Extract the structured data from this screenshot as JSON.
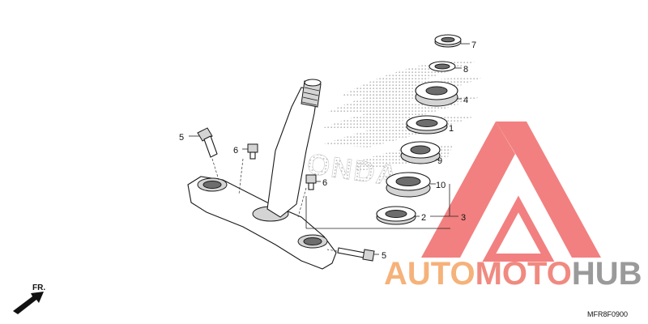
{
  "diagram": {
    "part_callouts": [
      "7",
      "8",
      "4",
      "1",
      "9",
      "10",
      "2",
      "3",
      "5",
      "6",
      "6",
      "5"
    ],
    "direction_label": "FR.",
    "diagram_code": "MFR8F0900",
    "brand_emblem_text": "HONDA"
  },
  "watermark": {
    "text": "AUTOMOTOHUB",
    "segments": [
      {
        "text": "AUTO",
        "color": "#f5b27a"
      },
      {
        "text": "MOTO",
        "color": "#f08a80"
      },
      {
        "text": "HUB",
        "color": "#9a9a9a"
      }
    ],
    "logo_color": "#f06a6a"
  },
  "colors": {
    "line": "#1a1a1a",
    "halftone": "#bdbdbd"
  }
}
